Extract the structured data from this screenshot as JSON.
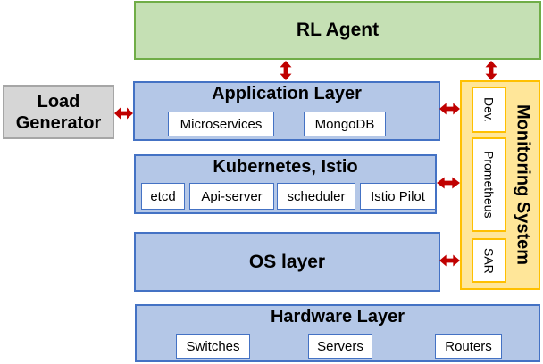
{
  "diagram": {
    "rl_agent": {
      "title": "RL Agent"
    },
    "load_generator": {
      "title": "Load Generator"
    },
    "application_layer": {
      "title": "Application Layer",
      "components": [
        "Microservices",
        "MongoDB"
      ]
    },
    "kubernetes_layer": {
      "title": "Kubernetes, Istio",
      "components": [
        "etcd",
        "Api-server",
        "scheduler",
        "Istio Pilot"
      ]
    },
    "os_layer": {
      "title": "OS layer"
    },
    "hardware_layer": {
      "title": "Hardware Layer",
      "components": [
        "Switches",
        "Servers",
        "Routers"
      ]
    },
    "monitoring_system": {
      "title": "Monitoring System",
      "components": [
        "Dev.",
        "Prometheus",
        "SAR"
      ]
    }
  },
  "colors": {
    "rl_agent_fill": "#c5e0b4",
    "rl_agent_border": "#70ad47",
    "layer_fill": "#b4c7e7",
    "layer_border": "#4472c4",
    "monitoring_fill": "#ffe699",
    "monitoring_border": "#ffc000",
    "load_generator_fill": "#d6d6d6",
    "load_generator_border": "#a6a6a6",
    "arrow": "#c00000"
  }
}
